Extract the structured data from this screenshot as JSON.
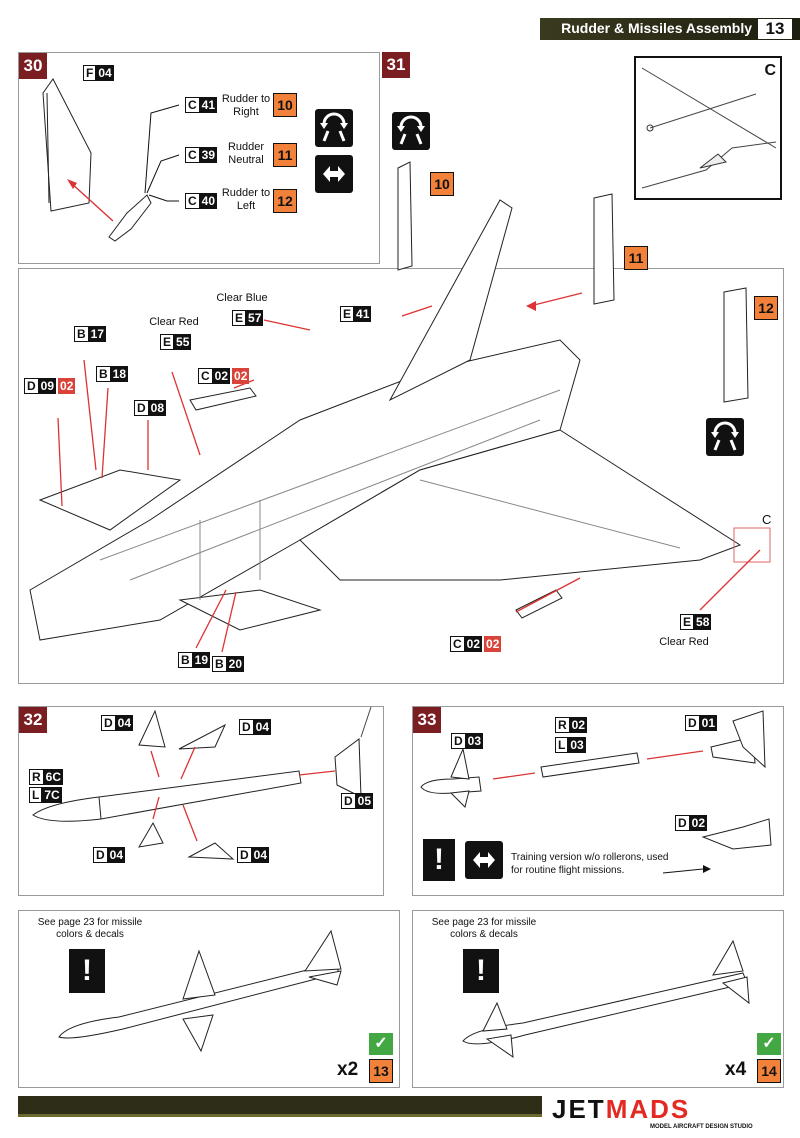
{
  "header": {
    "title": "Rudder & Missiles Assembly",
    "page": "13"
  },
  "step30": {
    "number": "30",
    "f_part": {
      "letter": "F",
      "num": "04"
    },
    "options": [
      {
        "letter": "C",
        "num": "41",
        "label": "Rudder to Right",
        "badge": "10"
      },
      {
        "letter": "C",
        "num": "39",
        "label": "Rudder Neutral",
        "badge": "11"
      },
      {
        "letter": "C",
        "num": "40",
        "label": "Rudder to Left",
        "badge": "12"
      }
    ]
  },
  "step31": {
    "number": "31",
    "detail_label": "C",
    "badges": [
      "10",
      "11",
      "12"
    ],
    "labels": {
      "clear_blue": "Clear Blue",
      "clear_red_top": "Clear Red",
      "clear_red_bottom": "Clear Red"
    },
    "parts": {
      "e57": {
        "letter": "E",
        "num": "57"
      },
      "e55": {
        "letter": "E",
        "num": "55"
      },
      "e41": {
        "letter": "E",
        "num": "41"
      },
      "b17": {
        "letter": "B",
        "num": "17"
      },
      "b18": {
        "letter": "B",
        "num": "18"
      },
      "d09": {
        "letter": "D",
        "num": "09",
        "alt": "02"
      },
      "d08": {
        "letter": "D",
        "num": "08"
      },
      "c02top": {
        "letter": "C",
        "num": "02",
        "alt": "02"
      },
      "c02bottom": {
        "letter": "C",
        "num": "02",
        "alt": "02"
      },
      "b19": {
        "letter": "B",
        "num": "19"
      },
      "b20": {
        "letter": "B",
        "num": "20"
      },
      "e58": {
        "letter": "E",
        "num": "58"
      }
    },
    "c_marker": "C"
  },
  "step32": {
    "number": "32",
    "parts": {
      "d04a": {
        "letter": "D",
        "num": "04"
      },
      "d04b": {
        "letter": "D",
        "num": "04"
      },
      "d04c": {
        "letter": "D",
        "num": "04"
      },
      "d04d": {
        "letter": "D",
        "num": "04"
      },
      "d05": {
        "letter": "D",
        "num": "05"
      },
      "r6c": {
        "letter": "R",
        "num": "6C"
      },
      "l7c": {
        "letter": "L",
        "num": "7C"
      }
    }
  },
  "step33": {
    "number": "33",
    "parts": {
      "d03": {
        "letter": "D",
        "num": "03"
      },
      "r02": {
        "letter": "R",
        "num": "02"
      },
      "l03": {
        "letter": "L",
        "num": "03"
      },
      "d01": {
        "letter": "D",
        "num": "01"
      },
      "d02": {
        "letter": "D",
        "num": "02"
      }
    },
    "note": "Training version w/o rollerons, used for routine flight missions."
  },
  "final_left": {
    "note": "See page 23 for missile colors & decals",
    "multiplier": "x2",
    "badge": "13"
  },
  "final_right": {
    "note": "See page 23 for missile colors & decals",
    "multiplier": "x4",
    "badge": "14"
  },
  "footer": {
    "logo_left": "JET",
    "logo_right": "MADS",
    "logo_sub": "MODEL AIRCRAFT DESIGN STUDIO"
  },
  "colors": {
    "step_badge": "#7a1e22",
    "option_badge": "#f2823a",
    "alt_part": "#d9433a",
    "check": "#43a843"
  }
}
